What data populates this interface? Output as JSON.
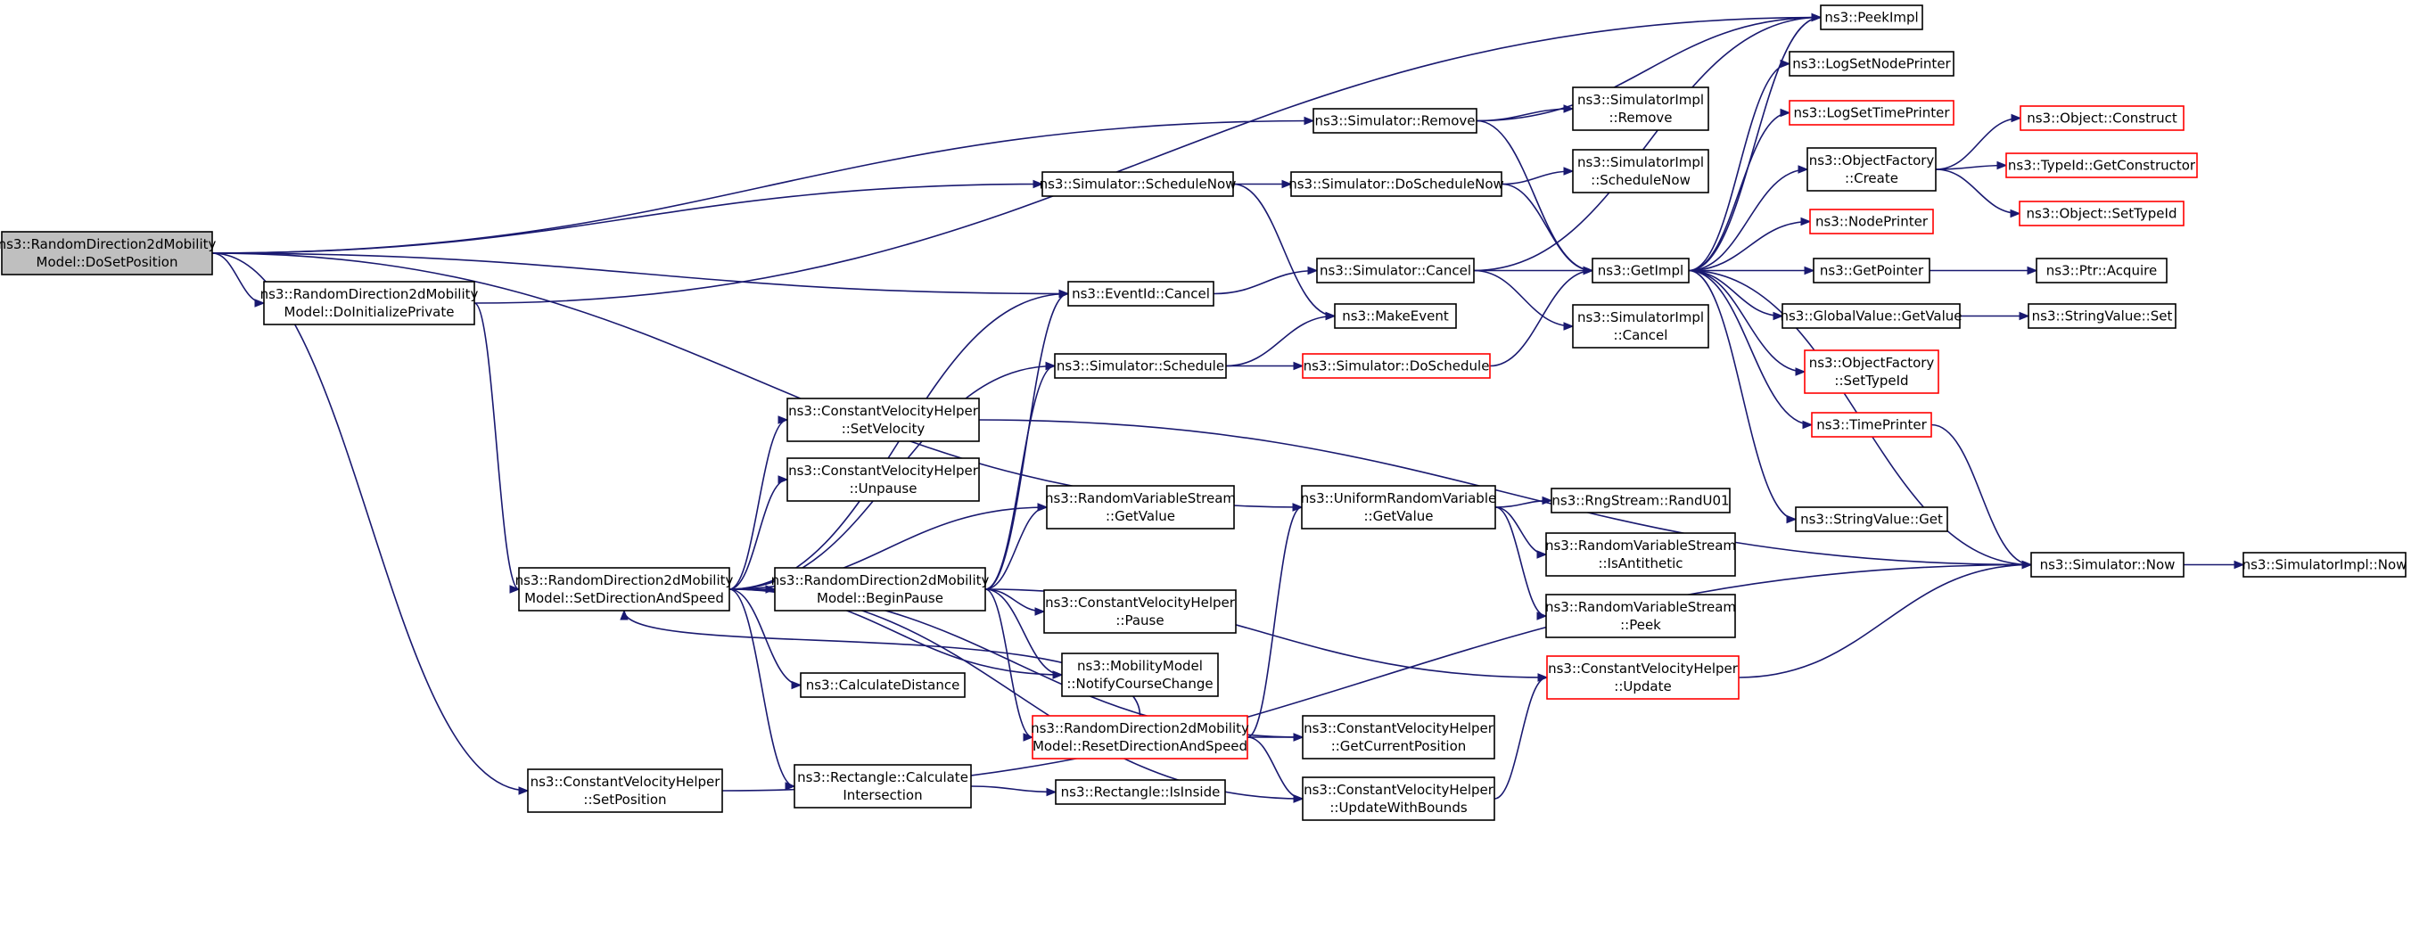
{
  "graph": {
    "root": "dosetposition",
    "nodes": [
      {
        "id": "dosetposition",
        "lines": [
          "ns3::RandomDirection2dMobility",
          "Model::DoSetPosition"
        ],
        "style": "root"
      },
      {
        "id": "doinitializeprivate",
        "lines": [
          "ns3::RandomDirection2dMobility",
          "Model::DoInitializePrivate"
        ],
        "style": "normal"
      },
      {
        "id": "setdirectionandspeed",
        "lines": [
          "ns3::RandomDirection2dMobility",
          "Model::SetDirectionAndSpeed"
        ],
        "style": "normal"
      },
      {
        "id": "cvh_setposition",
        "lines": [
          "ns3::ConstantVelocityHelper",
          "::SetPosition"
        ],
        "style": "normal"
      },
      {
        "id": "sim_remove",
        "lines": [
          "ns3::Simulator::Remove"
        ],
        "style": "normal"
      },
      {
        "id": "sim_schedulenow",
        "lines": [
          "ns3::Simulator::ScheduleNow"
        ],
        "style": "normal"
      },
      {
        "id": "eventid_cancel",
        "lines": [
          "ns3::EventId::Cancel"
        ],
        "style": "normal"
      },
      {
        "id": "sim_schedule",
        "lines": [
          "ns3::Simulator::Schedule"
        ],
        "style": "normal"
      },
      {
        "id": "cvh_setvelocity",
        "lines": [
          "ns3::ConstantVelocityHelper",
          "::SetVelocity"
        ],
        "style": "normal"
      },
      {
        "id": "cvh_unpause",
        "lines": [
          "ns3::ConstantVelocityHelper",
          "::Unpause"
        ],
        "style": "normal"
      },
      {
        "id": "rvs_getvalue",
        "lines": [
          "ns3::RandomVariableStream",
          "::GetValue"
        ],
        "style": "normal"
      },
      {
        "id": "beginpause",
        "lines": [
          "ns3::RandomDirection2dMobility",
          "Model::BeginPause"
        ],
        "style": "normal"
      },
      {
        "id": "cvh_pause",
        "lines": [
          "ns3::ConstantVelocityHelper",
          "::Pause"
        ],
        "style": "normal"
      },
      {
        "id": "notifycoursechange",
        "lines": [
          "ns3::MobilityModel",
          "::NotifyCourseChange"
        ],
        "style": "normal"
      },
      {
        "id": "calculatedistance",
        "lines": [
          "ns3::CalculateDistance"
        ],
        "style": "normal"
      },
      {
        "id": "resetdirectionandspeed",
        "lines": [
          "ns3::RandomDirection2dMobility",
          "Model::ResetDirectionAndSpeed"
        ],
        "style": "red"
      },
      {
        "id": "rect_calcintersection",
        "lines": [
          "ns3::Rectangle::Calculate",
          "Intersection"
        ],
        "style": "normal"
      },
      {
        "id": "rect_isinside",
        "lines": [
          "ns3::Rectangle::IsInside"
        ],
        "style": "normal"
      },
      {
        "id": "sim_doschedulenow",
        "lines": [
          "ns3::Simulator::DoScheduleNow"
        ],
        "style": "normal"
      },
      {
        "id": "sim_cancel",
        "lines": [
          "ns3::Simulator::Cancel"
        ],
        "style": "normal"
      },
      {
        "id": "makeevent",
        "lines": [
          "ns3::MakeEvent"
        ],
        "style": "normal"
      },
      {
        "id": "sim_doschedule",
        "lines": [
          "ns3::Simulator::DoSchedule"
        ],
        "style": "red"
      },
      {
        "id": "urv_getvalue",
        "lines": [
          "ns3::UniformRandomVariable",
          "::GetValue"
        ],
        "style": "normal"
      },
      {
        "id": "cvh_getcurrentposition",
        "lines": [
          "ns3::ConstantVelocityHelper",
          "::GetCurrentPosition"
        ],
        "style": "normal"
      },
      {
        "id": "cvh_updatewithbounds",
        "lines": [
          "ns3::ConstantVelocityHelper",
          "::UpdateWithBounds"
        ],
        "style": "normal"
      },
      {
        "id": "simimpl_remove",
        "lines": [
          "ns3::SimulatorImpl",
          "::Remove"
        ],
        "style": "normal"
      },
      {
        "id": "simimpl_schedulenow",
        "lines": [
          "ns3::SimulatorImpl",
          "::ScheduleNow"
        ],
        "style": "normal"
      },
      {
        "id": "getimpl",
        "lines": [
          "ns3::GetImpl"
        ],
        "style": "normal"
      },
      {
        "id": "simimpl_cancel",
        "lines": [
          "ns3::SimulatorImpl",
          "::Cancel"
        ],
        "style": "normal"
      },
      {
        "id": "rngstream_randu01",
        "lines": [
          "ns3::RngStream::RandU01"
        ],
        "style": "normal"
      },
      {
        "id": "rvs_isantithetic",
        "lines": [
          "ns3::RandomVariableStream",
          "::IsAntithetic"
        ],
        "style": "normal"
      },
      {
        "id": "rvs_peek",
        "lines": [
          "ns3::RandomVariableStream",
          "::Peek"
        ],
        "style": "normal"
      },
      {
        "id": "cvh_update",
        "lines": [
          "ns3::ConstantVelocityHelper",
          "::Update"
        ],
        "style": "red"
      },
      {
        "id": "peekimpl",
        "lines": [
          "ns3::PeekImpl"
        ],
        "style": "normal"
      },
      {
        "id": "logsetnodeprinter",
        "lines": [
          "ns3::LogSetNodePrinter"
        ],
        "style": "normal"
      },
      {
        "id": "logsettimeprinter",
        "lines": [
          "ns3::LogSetTimePrinter"
        ],
        "style": "red"
      },
      {
        "id": "objectfactory_create",
        "lines": [
          "ns3::ObjectFactory",
          "::Create"
        ],
        "style": "normal"
      },
      {
        "id": "nodeprinter",
        "lines": [
          "ns3::NodePrinter"
        ],
        "style": "red"
      },
      {
        "id": "getpointer",
        "lines": [
          "ns3::GetPointer"
        ],
        "style": "normal"
      },
      {
        "id": "globalvalue_getvalue",
        "lines": [
          "ns3::GlobalValue::GetValue"
        ],
        "style": "normal"
      },
      {
        "id": "objectfactory_settypeid",
        "lines": [
          "ns3::ObjectFactory",
          "::SetTypeId"
        ],
        "style": "red"
      },
      {
        "id": "timeprinter",
        "lines": [
          "ns3::TimePrinter"
        ],
        "style": "red"
      },
      {
        "id": "stringvalue_get",
        "lines": [
          "ns3::StringValue::Get"
        ],
        "style": "normal"
      },
      {
        "id": "sim_now",
        "lines": [
          "ns3::Simulator::Now"
        ],
        "style": "normal"
      },
      {
        "id": "object_construct",
        "lines": [
          "ns3::Object::Construct"
        ],
        "style": "red"
      },
      {
        "id": "typeid_getconstructor",
        "lines": [
          "ns3::TypeId::GetConstructor"
        ],
        "style": "red"
      },
      {
        "id": "object_settypeid",
        "lines": [
          "ns3::Object::SetTypeId"
        ],
        "style": "red"
      },
      {
        "id": "ptr_acquire",
        "lines": [
          "ns3::Ptr::Acquire"
        ],
        "style": "normal"
      },
      {
        "id": "stringvalue_set",
        "lines": [
          "ns3::StringValue::Set"
        ],
        "style": "normal"
      },
      {
        "id": "simimpl_now",
        "lines": [
          "ns3::SimulatorImpl::Now"
        ],
        "style": "normal"
      }
    ],
    "edges": [
      [
        "dosetposition",
        "sim_remove"
      ],
      [
        "dosetposition",
        "sim_schedulenow"
      ],
      [
        "dosetposition",
        "doinitializeprivate"
      ],
      [
        "dosetposition",
        "eventid_cancel"
      ],
      [
        "dosetposition",
        "urv_getvalue"
      ],
      [
        "dosetposition",
        "cvh_setposition"
      ],
      [
        "doinitializeprivate",
        "setdirectionandspeed"
      ],
      [
        "doinitializeprivate",
        "peekimpl"
      ],
      [
        "setdirectionandspeed",
        "eventid_cancel"
      ],
      [
        "setdirectionandspeed",
        "sim_schedule"
      ],
      [
        "setdirectionandspeed",
        "cvh_setvelocity"
      ],
      [
        "setdirectionandspeed",
        "cvh_unpause"
      ],
      [
        "setdirectionandspeed",
        "rvs_getvalue"
      ],
      [
        "setdirectionandspeed",
        "beginpause"
      ],
      [
        "setdirectionandspeed",
        "notifycoursechange"
      ],
      [
        "setdirectionandspeed",
        "calculatedistance"
      ],
      [
        "setdirectionandspeed",
        "rect_calcintersection"
      ],
      [
        "setdirectionandspeed",
        "cvh_getcurrentposition"
      ],
      [
        "setdirectionandspeed",
        "cvh_updatewithbounds"
      ],
      [
        "cvh_setposition",
        "sim_now"
      ],
      [
        "beginpause",
        "eventid_cancel"
      ],
      [
        "beginpause",
        "sim_schedule"
      ],
      [
        "beginpause",
        "rvs_getvalue"
      ],
      [
        "beginpause",
        "cvh_pause"
      ],
      [
        "beginpause",
        "notifycoursechange"
      ],
      [
        "beginpause",
        "resetdirectionandspeed"
      ],
      [
        "beginpause",
        "cvh_update"
      ],
      [
        "resetdirectionandspeed",
        "setdirectionandspeed"
      ],
      [
        "resetdirectionandspeed",
        "urv_getvalue"
      ],
      [
        "resetdirectionandspeed",
        "cvh_getcurrentposition"
      ],
      [
        "resetdirectionandspeed",
        "cvh_updatewithbounds"
      ],
      [
        "rect_calcintersection",
        "rect_isinside"
      ],
      [
        "sim_remove",
        "simimpl_remove"
      ],
      [
        "sim_remove",
        "getimpl"
      ],
      [
        "sim_remove",
        "peekimpl"
      ],
      [
        "sim_schedulenow",
        "sim_doschedulenow"
      ],
      [
        "sim_schedulenow",
        "makeevent"
      ],
      [
        "sim_doschedulenow",
        "simimpl_schedulenow"
      ],
      [
        "sim_doschedulenow",
        "getimpl"
      ],
      [
        "eventid_cancel",
        "sim_cancel"
      ],
      [
        "sim_cancel",
        "getimpl"
      ],
      [
        "sim_cancel",
        "simimpl_cancel"
      ],
      [
        "sim_cancel",
        "peekimpl"
      ],
      [
        "sim_schedule",
        "makeevent"
      ],
      [
        "sim_schedule",
        "sim_doschedule"
      ],
      [
        "sim_doschedule",
        "getimpl"
      ],
      [
        "cvh_setvelocity",
        "sim_now"
      ],
      [
        "urv_getvalue",
        "rngstream_randu01"
      ],
      [
        "urv_getvalue",
        "rvs_isantithetic"
      ],
      [
        "urv_getvalue",
        "rvs_peek"
      ],
      [
        "cvh_updatewithbounds",
        "cvh_update"
      ],
      [
        "cvh_update",
        "sim_now"
      ],
      [
        "getimpl",
        "peekimpl"
      ],
      [
        "getimpl",
        "logsetnodeprinter"
      ],
      [
        "getimpl",
        "logsettimeprinter"
      ],
      [
        "getimpl",
        "objectfactory_create"
      ],
      [
        "getimpl",
        "nodeprinter"
      ],
      [
        "getimpl",
        "getpointer"
      ],
      [
        "getimpl",
        "globalvalue_getvalue"
      ],
      [
        "getimpl",
        "objectfactory_settypeid"
      ],
      [
        "getimpl",
        "timeprinter"
      ],
      [
        "getimpl",
        "stringvalue_get"
      ],
      [
        "getimpl",
        "sim_now"
      ],
      [
        "objectfactory_create",
        "object_construct"
      ],
      [
        "objectfactory_create",
        "typeid_getconstructor"
      ],
      [
        "objectfactory_create",
        "object_settypeid"
      ],
      [
        "getpointer",
        "ptr_acquire"
      ],
      [
        "globalvalue_getvalue",
        "stringvalue_set"
      ],
      [
        "timeprinter",
        "sim_now"
      ],
      [
        "sim_now",
        "simimpl_now"
      ]
    ]
  }
}
